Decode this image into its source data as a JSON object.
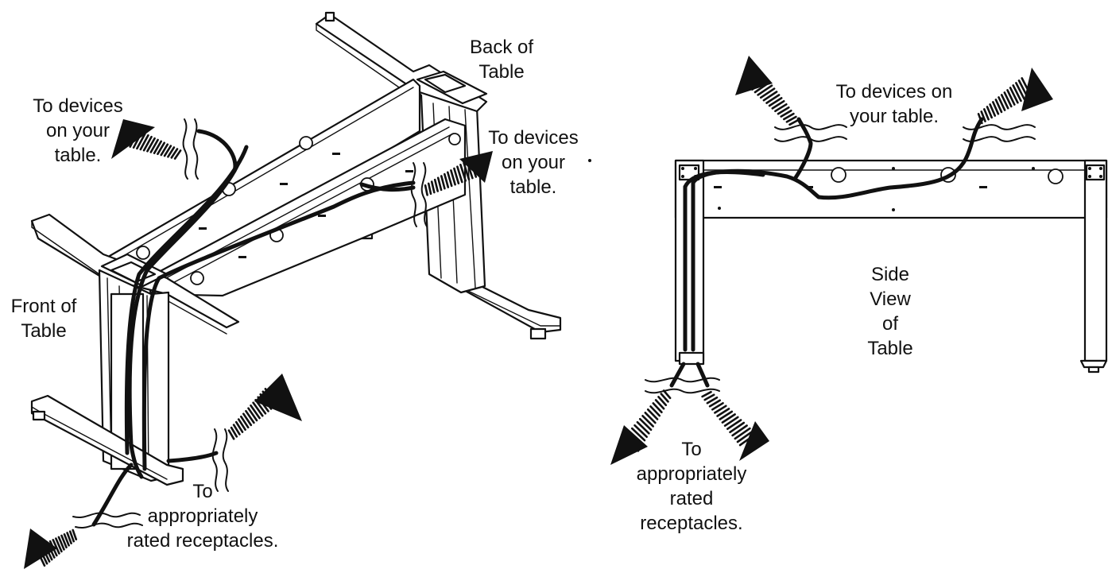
{
  "labels": {
    "back_of_table": [
      "Back of",
      "Table"
    ],
    "to_devices_left": [
      "To devices",
      "on your",
      "table."
    ],
    "to_devices_mid": [
      "To devices",
      "on your",
      "table."
    ],
    "front_of_table": [
      "Front of",
      "Table"
    ],
    "to_receptacles_left": [
      "To",
      "appropriately",
      "rated receptacles."
    ],
    "to_devices_side": [
      "To devices on",
      "your table."
    ],
    "side_view": [
      "Side",
      "View",
      "of",
      "Table"
    ],
    "to_receptacles_side": [
      "To",
      "appropriately",
      "rated",
      "receptacles."
    ]
  },
  "icons": [
    "arrow-head-icon",
    "coiled-cable-icon",
    "break-mark-icon"
  ]
}
